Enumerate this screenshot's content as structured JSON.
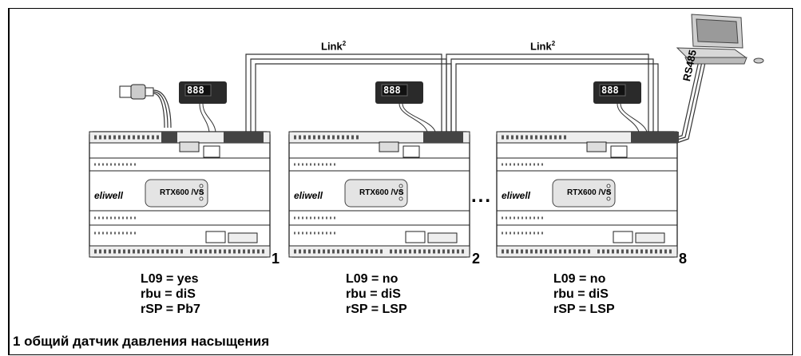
{
  "link_label_1": "Link",
  "link_label_2": "Link",
  "link_sup": "2",
  "rs485_label": "RS485",
  "ellipsis": "...",
  "brand": "eliwell",
  "controller_model": "RTX600 /VS",
  "display_reading": "888",
  "units": [
    {
      "number": "1",
      "l09": "L09 = yes",
      "rbu": "rbu = diS",
      "rsp": "rSP = Pb7"
    },
    {
      "number": "2",
      "l09": "L09 = no",
      "rbu": "rbu = diS",
      "rsp": "rSP = LSP"
    },
    {
      "number": "8",
      "l09": "L09 = no",
      "rbu": "rbu = diS",
      "rsp": "rSP = LSP"
    }
  ],
  "caption": "1 общий датчик давления насыщения"
}
